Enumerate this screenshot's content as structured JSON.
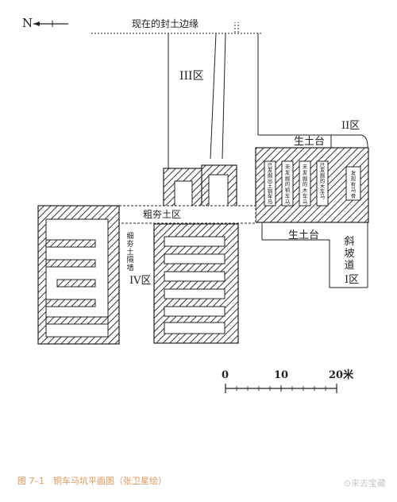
{
  "north_label": "N",
  "top_label": "现在的封土边缘",
  "zone3": "III区",
  "zone2": "II区",
  "zone4": "IV区",
  "zone1": "I区",
  "raw_earth_top": "生土台",
  "raw_earth_bottom": "生土台",
  "rammed_earth_zone": "粗夯土区",
  "partition_wall": [
    "细",
    "夯",
    "土",
    "隔",
    "墙"
  ],
  "slope_road": [
    "斜",
    "坡",
    "道"
  ],
  "chambers": [
    [
      "已",
      "发",
      "掘",
      "出",
      "土",
      "铜",
      "车",
      "马"
    ],
    [
      "未",
      "发",
      "掘",
      "的",
      "铜",
      "车",
      "马"
    ],
    [
      "未",
      "发",
      "掘",
      "的",
      "木",
      "车",
      "马"
    ],
    [
      "已",
      "发",
      "掘",
      "的",
      "木",
      "车",
      "马"
    ],
    [
      "发",
      "现",
      "有",
      "马",
      "骨"
    ]
  ],
  "scale": {
    "ticks": [
      "0",
      "10",
      "20米"
    ]
  },
  "caption": "图 7–1　铜车马坑平面图（张卫星绘）",
  "watermark": "⊙来去宝藏"
}
